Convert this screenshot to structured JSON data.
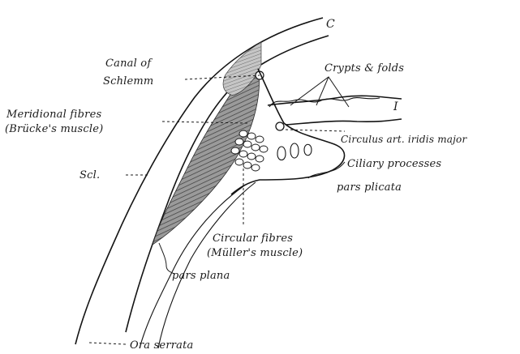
{
  "labels": {
    "c": "C",
    "i": "I",
    "canal_line1": "Canal of",
    "canal_line2": "Schlemm",
    "crypts": "Crypts & folds",
    "meridional_line1": "Meridional fibres",
    "meridional_line2": "(Brücke's muscle)",
    "circulus": "Circulus art. iridis major",
    "scl": "Scl.",
    "ciliary_processes": "Ciliary processes",
    "pars_plicata": "pars plicata",
    "circular_line1": "Circular fibres",
    "circular_line2": "(Müller's muscle)",
    "pars_plana": "pars plana",
    "ora_serrata": "Ora serrata"
  },
  "colors": {
    "ink": "#141414",
    "muscle_shade": "#8a8a8a",
    "background": "#ffffff"
  }
}
